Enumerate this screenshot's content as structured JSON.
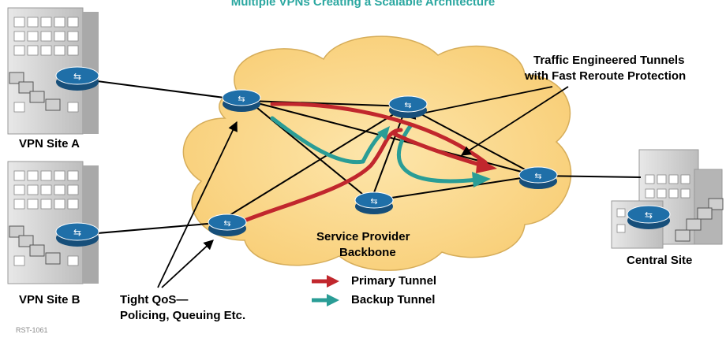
{
  "title": "Multiple VPNs Creating a Scalable Architecture",
  "labels": {
    "site_a": "VPN Site A",
    "site_b": "VPN Site B",
    "central": "Central Site",
    "backbone_line1": "Service Provider",
    "backbone_line2": "Backbone",
    "te_line1": "Traffic Engineered Tunnels",
    "te_line2": "with Fast Reroute Protection",
    "qos_line1": "Tight QoS—",
    "qos_line2": "Policing, Queuing Etc.",
    "slide_id": "RST-1061"
  },
  "legend": {
    "primary": "Primary Tunnel",
    "backup": "Backup Tunnel"
  },
  "colors": {
    "primary": "#c1272d",
    "backup": "#2a9d96",
    "cloud": "#fbd98f",
    "cloud_edge": "#c8a050",
    "router": "#1f6fa8",
    "title": "#2aa7a0"
  }
}
